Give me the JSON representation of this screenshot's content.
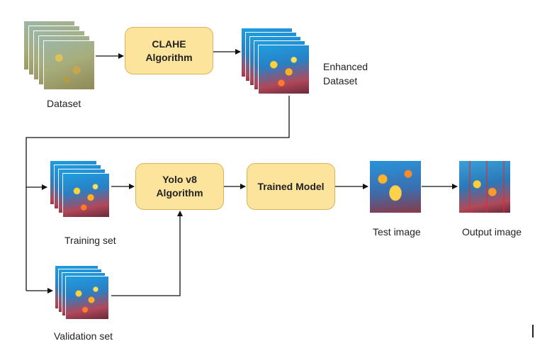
{
  "nodes": {
    "clahe": "CLAHE\nAlgorithm",
    "yolo": "Yolo v8\nAlgorithm",
    "trained": "Trained Model"
  },
  "labels": {
    "dataset": "Dataset",
    "enhanced": "Enhanced\nDataset",
    "training": "Training set",
    "validation": "Validation set",
    "test": "Test image",
    "output": "Output image"
  }
}
